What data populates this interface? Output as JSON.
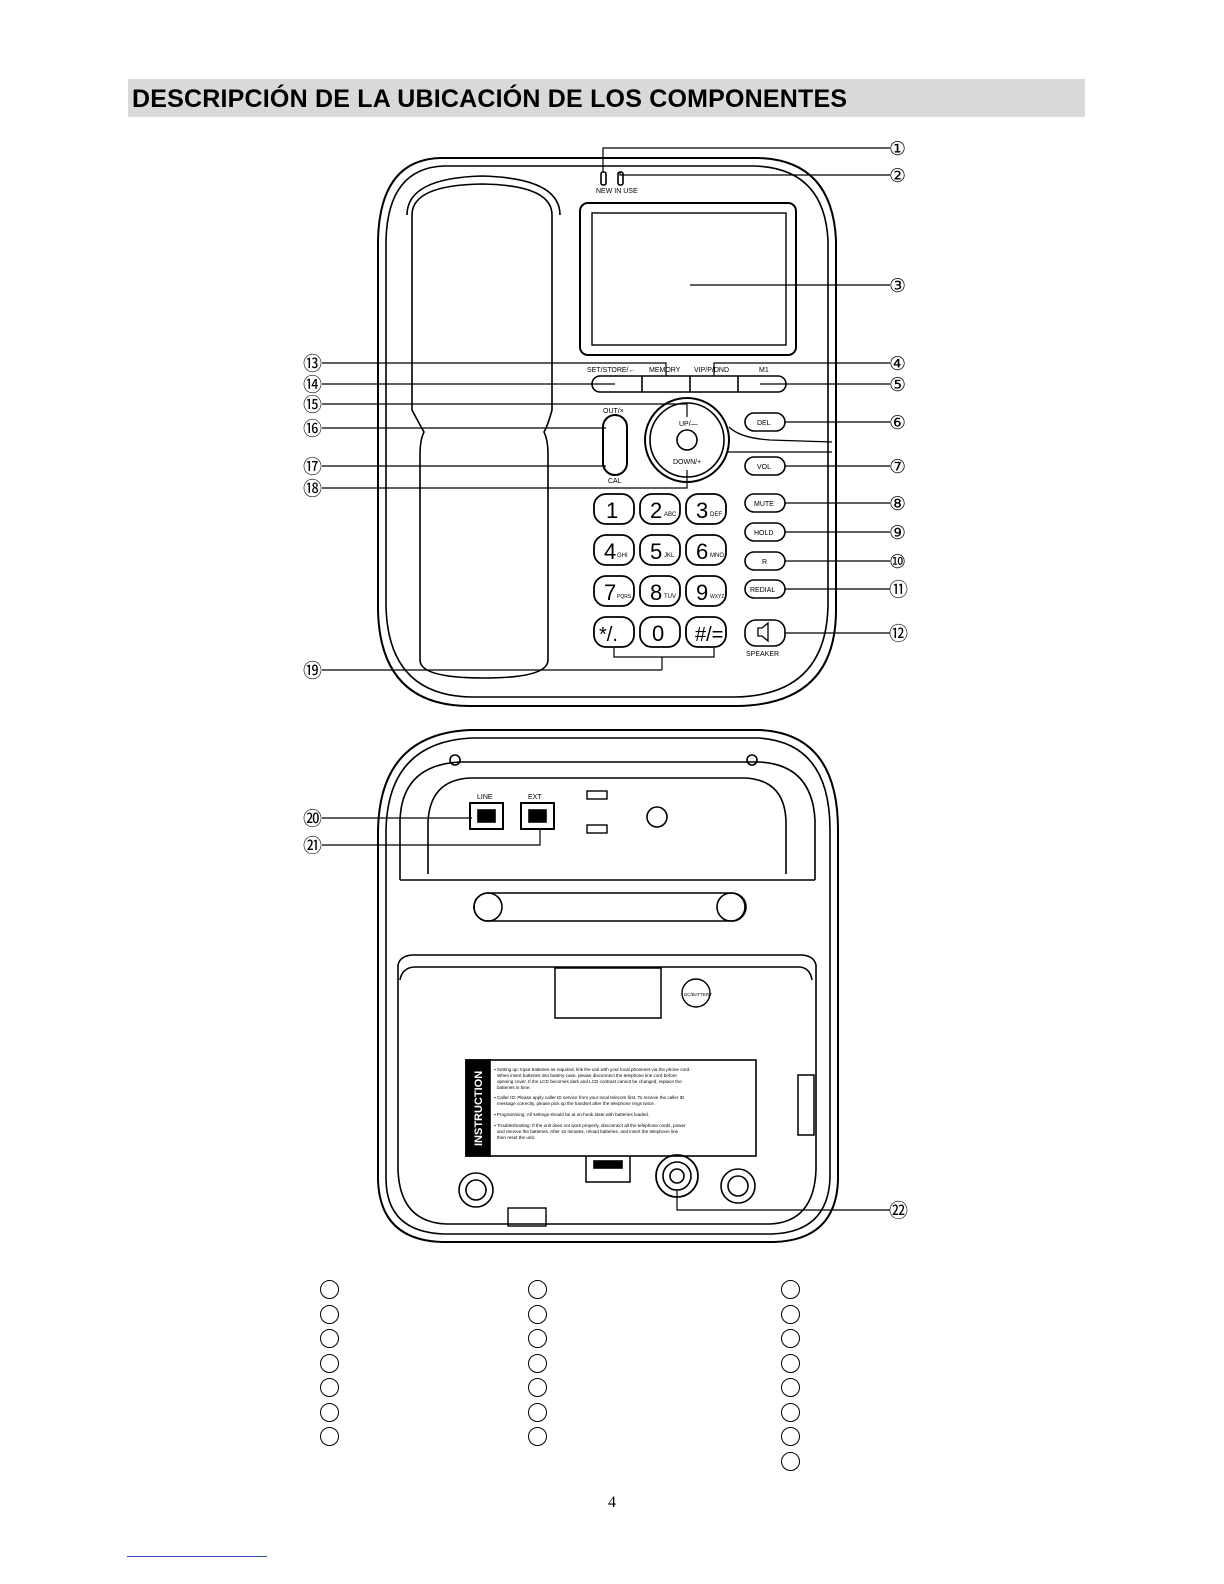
{
  "page": {
    "title": "DESCRIPCIÓN DE LA UBICACIÓN DE LOS COMPONENTES",
    "page_number": "4"
  },
  "front": {
    "led_label": "NEW IN USE",
    "soft_keys": [
      "SET/STORE/←",
      "MEMORY",
      "VIP/P/DND",
      "M1"
    ],
    "out_label": "OUT/×",
    "cal_label": "CAL",
    "up_label": "UP/—",
    "down_label": "DOWN/+",
    "side_keys": [
      "DEL",
      "VOL",
      "MUTE",
      "HOLD",
      "R",
      "REDIAL"
    ],
    "speaker_label": "SPEAKER",
    "keypad": [
      {
        "main": "1",
        "sub": ""
      },
      {
        "main": "2",
        "sub": "ABC"
      },
      {
        "main": "3",
        "sub": "DEF"
      },
      {
        "main": "4",
        "sub": "GHI"
      },
      {
        "main": "5",
        "sub": "JKL"
      },
      {
        "main": "6",
        "sub": "MNO"
      },
      {
        "main": "7",
        "sub": "PQRS"
      },
      {
        "main": "8",
        "sub": "TUV"
      },
      {
        "main": "9",
        "sub": "WXYZ"
      },
      {
        "main": "*/.",
        "sub": ""
      },
      {
        "main": "0",
        "sub": ""
      },
      {
        "main": "#/=",
        "sub": ""
      }
    ]
  },
  "back": {
    "line_label": "LINE",
    "ext_label": "EXT",
    "dc_label": "DC/BATTERY",
    "instruction_title": "INSTRUCTION",
    "instruction_lines": [
      "▪ Setting up: Input batteries as required, link the unit with your local phonenet via the phone cord.",
      "When insert batteries into battery case, please disconnect the telephone line cord before",
      "opening cover. If the LCD becomes dark and LCD contrast cannot be changed, replace the",
      "batteries in time.",
      "▪ Caller ID: Please apply caller ID service from your local telecom first. To receive the caller ID",
      "message correctly, please pick up the handset after the telephone rings twice.",
      "▪ Programming: All settings should be at on-hook state with batteries loaded.",
      "▪ Troubleshooting: If the unit does not work properly, disconnect all the telephone cords, power",
      "and remove the batteries. After 10 minutes, reload batteries, and insert the telephone line",
      "then reset the unit."
    ]
  },
  "callouts": [
    "①",
    "②",
    "③",
    "④",
    "⑤",
    "⑥",
    "⑦",
    "⑧",
    "⑨",
    "⑩",
    "⑪",
    "⑫",
    "⑬",
    "⑭",
    "⑮",
    "⑯",
    "⑰",
    "⑱",
    "⑲",
    "⑳",
    "㉑",
    "㉒"
  ]
}
